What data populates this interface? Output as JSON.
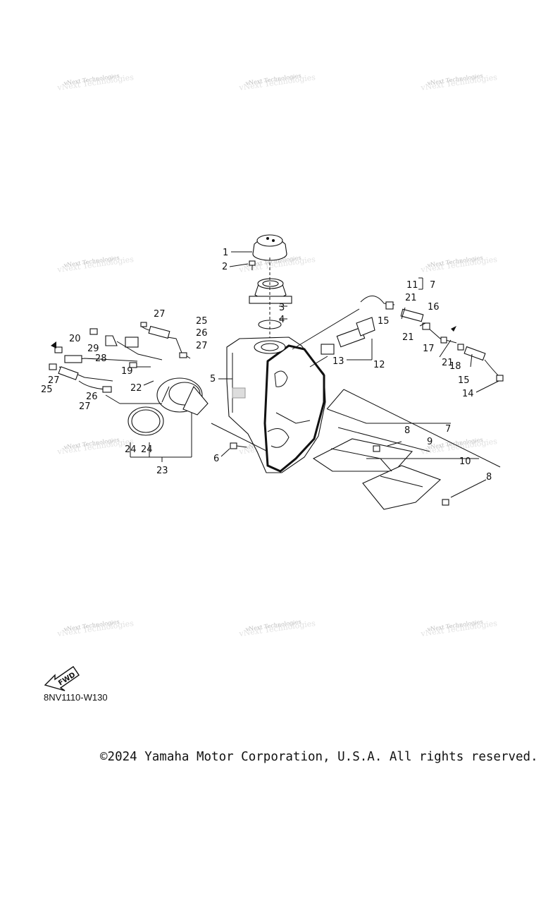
{
  "watermark_text": "vNext Technologies",
  "callouts": [
    "1",
    "2",
    "3",
    "4",
    "5",
    "6",
    "7",
    "8",
    "9",
    "10",
    "11",
    "12",
    "13",
    "14",
    "15",
    "16",
    "17",
    "18",
    "19",
    "20",
    "21",
    "22",
    "23",
    "24",
    "25",
    "26",
    "27",
    "28",
    "29",
    "7",
    "15",
    "21",
    "21",
    "24",
    "25",
    "26",
    "27",
    "27",
    "27",
    "8",
    "7"
  ],
  "fwd_label": "FWD",
  "diagram_code": "8NV1110-W130",
  "copyright": "©2024 Yamaha Motor Corporation, U.S.A. All rights reserved."
}
